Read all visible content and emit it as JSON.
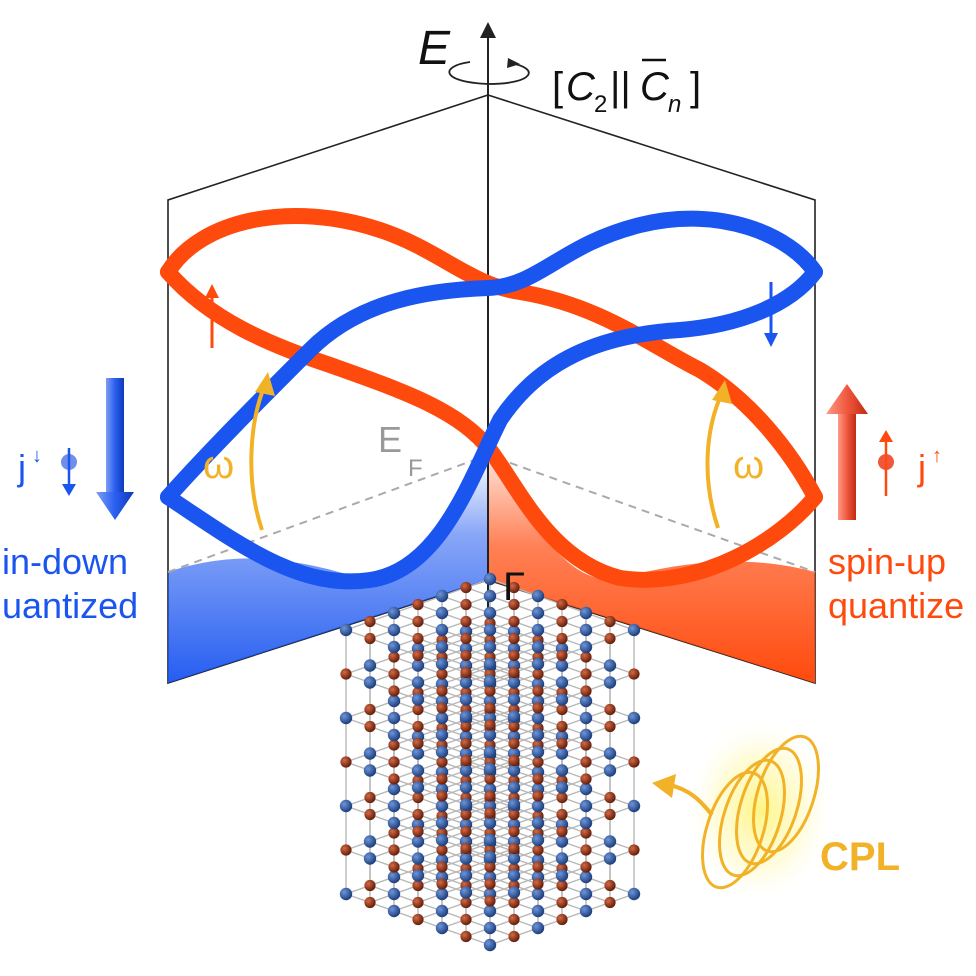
{
  "axis": {
    "energy_label": "E",
    "symmetry_label": "[C2||C̄n]",
    "symmetry_parts": {
      "open": "[",
      "c": "C",
      "c_sub": "2",
      "sep": "||",
      "cn": "C",
      "cn_sub": "n",
      "close": "]"
    },
    "fermi_label": "E",
    "fermi_sub": "F",
    "gamma_label": "Γ"
  },
  "left": {
    "current_label": "j",
    "current_sup": "↓",
    "text_line1": "spin-down",
    "text_line2": "quantized",
    "visible_line1": "in-down",
    "visible_line2": "uantized",
    "omega": "ω"
  },
  "right": {
    "current_label": "j",
    "current_sup": "↑",
    "text_line1": "spin-up",
    "text_line2": "quantized",
    "visible_line1": "spin-up",
    "visible_line2": "quantize",
    "omega": "ω"
  },
  "light": {
    "label": "CPL"
  },
  "colors": {
    "spin_up": "#ff4a0d",
    "spin_down": "#1a55f0",
    "photon": "#f2b227",
    "atom_a": "#2b5aa8",
    "atom_b": "#9a3014",
    "frame": "#222222"
  }
}
